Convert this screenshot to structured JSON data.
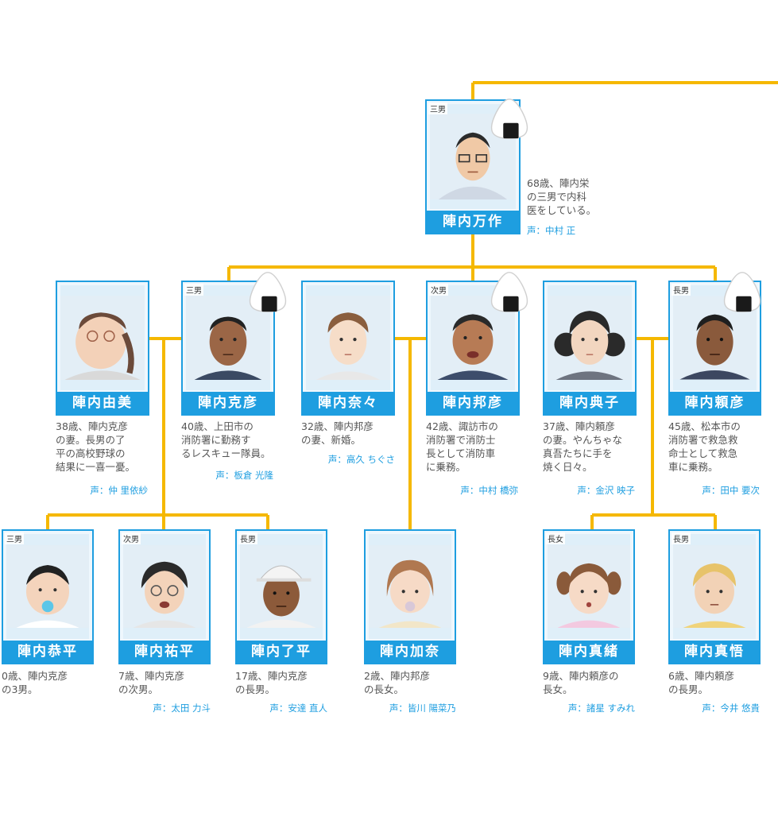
{
  "colors": {
    "line": "#f5b800",
    "frame": "#1e9ee0",
    "voice": "#1e9ee0"
  },
  "icons": {
    "overlay": "onigiri-icon"
  },
  "people": {
    "mansaku": {
      "relation": "三男",
      "name": "陣内万作",
      "desc": "68歳、陣内栄\nの三男で内科\n医をしている。",
      "voice": "声：中村 正"
    },
    "yumi": {
      "relation": "",
      "name": "陣内由美",
      "desc": "38歳、陣内克彦\nの妻。長男の了\n平の高校野球の\n結果に一喜一憂。",
      "voice": "声：仲 里依紗"
    },
    "katsuhiko": {
      "relation": "三男",
      "name": "陣内克彦",
      "desc": "40歳、上田市の\n消防署に勤務す\nるレスキュー隊員。",
      "voice": "声：板倉 光隆"
    },
    "nana": {
      "relation": "",
      "name": "陣内奈々",
      "desc": "32歳、陣内邦彦\nの妻、新婚。",
      "voice": "声：高久 ちぐさ"
    },
    "kunihiko": {
      "relation": "次男",
      "name": "陣内邦彦",
      "desc": "42歳、諏訪市の\n消防署で消防士\n長として消防車\nに乗務。",
      "voice": "声：中村 橋弥"
    },
    "noriko": {
      "relation": "",
      "name": "陣内典子",
      "desc": "37歳、陣内頼彦\nの妻。やんちゃな\n真吾たちに手を\n焼く日々。",
      "voice": "声：金沢 映子"
    },
    "yorihiko": {
      "relation": "長男",
      "name": "陣内頼彦",
      "desc": "45歳、松本市の\n消防署で救急救\n命士として救急\n車に乗務。",
      "voice": "声：田中 要次"
    },
    "kyohei": {
      "relation": "三男",
      "name": "陣内恭平",
      "desc": "0歳、陣内克彦\nの3男。",
      "voice": ""
    },
    "yuhei": {
      "relation": "次男",
      "name": "陣内祐平",
      "desc": "7歳、陣内克彦\nの次男。",
      "voice": "声：太田 力斗"
    },
    "ryohei": {
      "relation": "長男",
      "name": "陣内了平",
      "desc": "17歳、陣内克彦\nの長男。",
      "voice": "声：安達 直人"
    },
    "kana": {
      "relation": "",
      "name": "陣内加奈",
      "desc": "2歳、陣内邦彦\nの長女。",
      "voice": "声：皆川 陽菜乃"
    },
    "mao": {
      "relation": "長女",
      "name": "陣内真緒",
      "desc": "9歳、陣内頼彦の\n長女。",
      "voice": "声：諸星 すみれ"
    },
    "shingo": {
      "relation": "長男",
      "name": "陣内真悟",
      "desc": "6歳、陣内頼彦\nの長男。",
      "voice": "声：今井 悠貴"
    }
  }
}
